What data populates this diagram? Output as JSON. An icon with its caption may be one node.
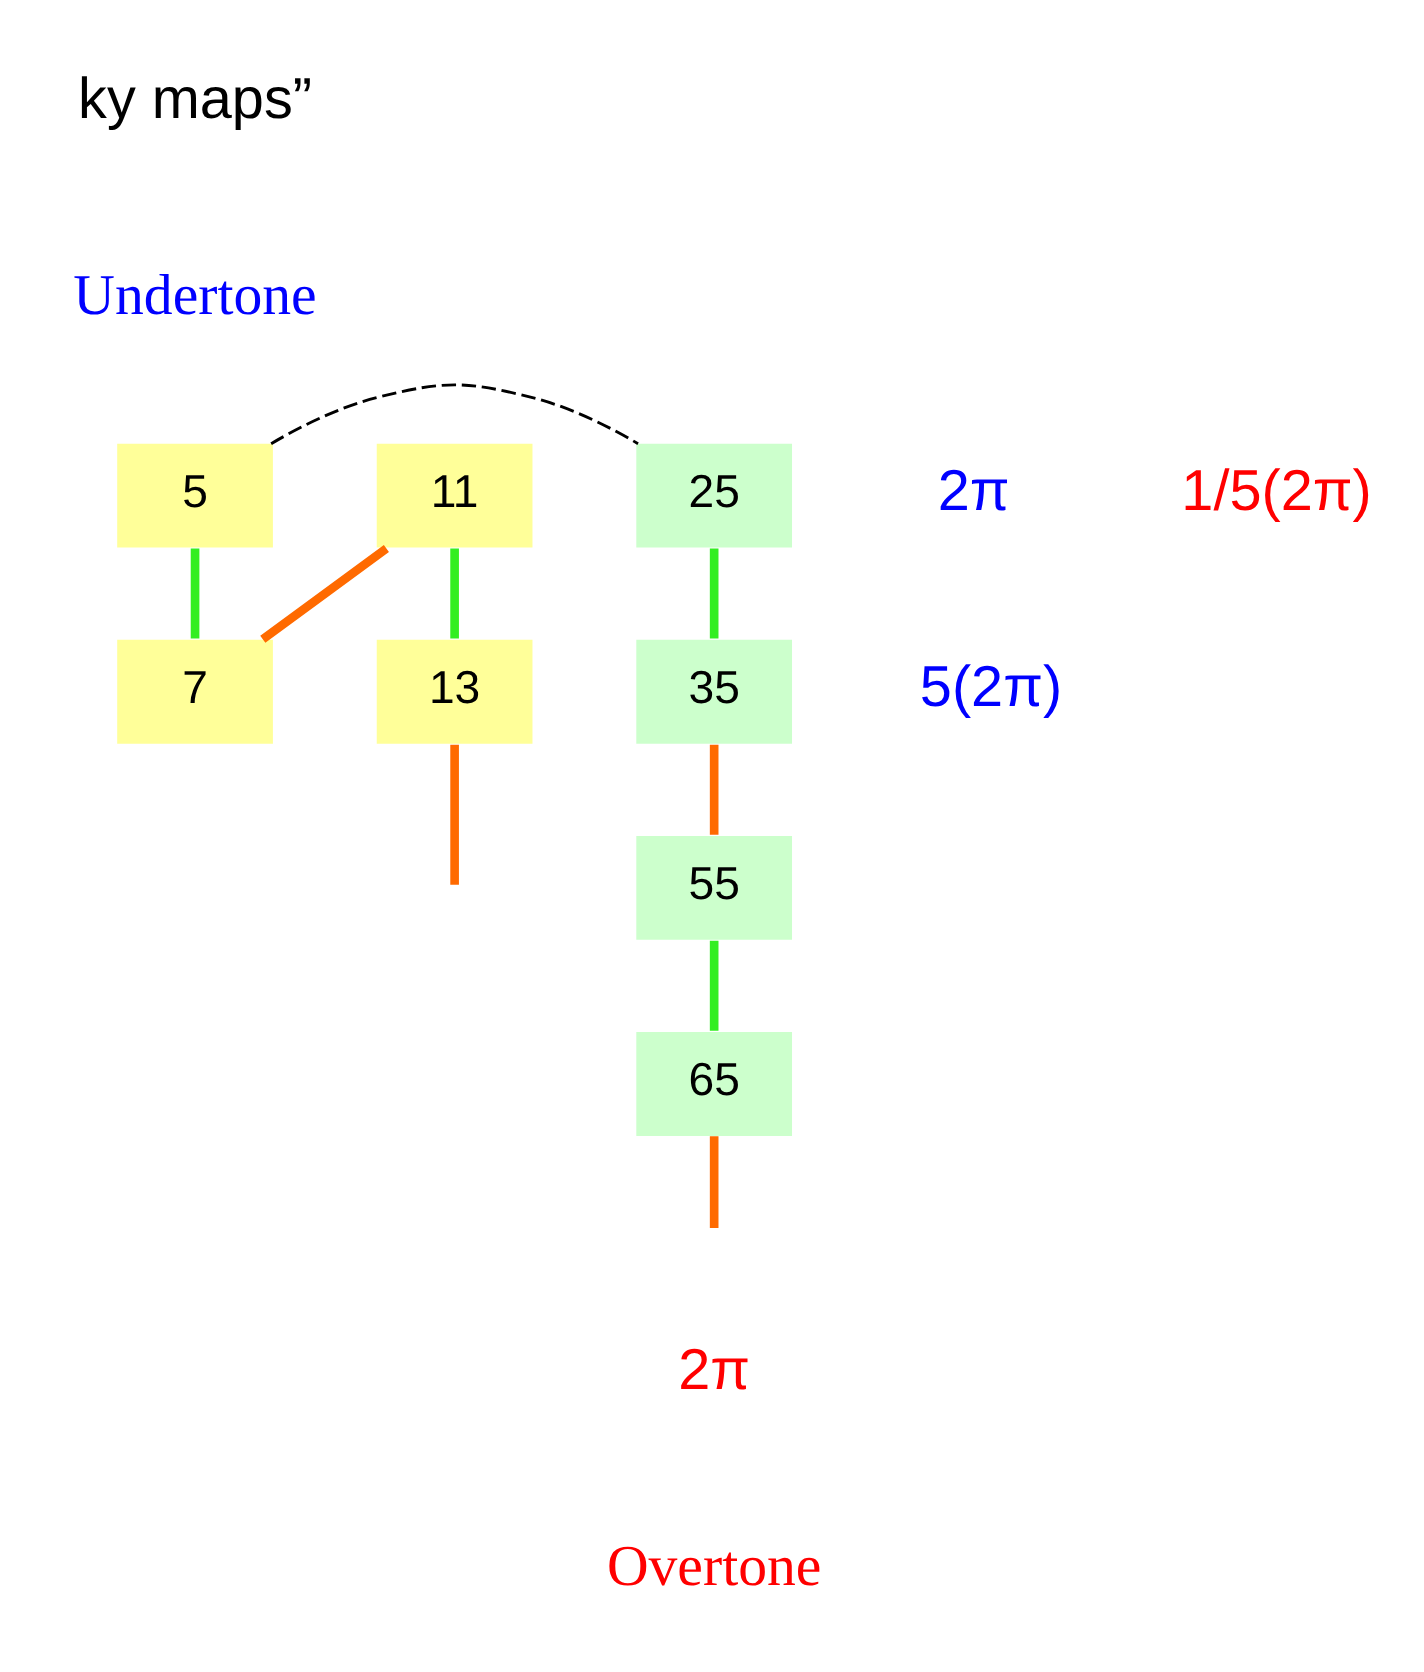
{
  "diagram": {
    "nodes": [
      {
        "text": [
          "5"
        ]
      },
      {
        "text": [
          "25"
        ]
      },
      {
        "text": [
          "7"
        ]
      },
      {
        "text": [
          "11"
        ]
      },
      {
        "text": [
          "13"
        ]
      },
      {
        "text": [
          "35"
        ]
      },
      {
        "text": [
          "55"
        ]
      },
      {
        "text": [
          "65"
        ]
      }
    ],
    "edges": [
      {
        "from": 0,
        "to": 2,
        "arrow": "none",
        "color": "#33ee22"
      },
      {
        "from": 3,
        "to": 2,
        "arrow": "none",
        "color": "#ff6a00"
      },
      {
        "from": 3,
        "to": 4,
        "arrow": "none",
        "color": "#33ee22"
      },
      {
        "from": 4,
        "to": null,
        "arrow": "none",
        "color": "#ff6a00"
      },
      {
        "from": 0,
        "to": 1,
        "arrow": "none",
        "style": "dashed",
        "color": "#000000"
      },
      {
        "from": 1,
        "to": 5,
        "arrow": "none",
        "color": "#33ee22"
      },
      {
        "from": 5,
        "to": 6,
        "arrow": "none",
        "color": "#ff6a00"
      },
      {
        "from": 6,
        "to": 7,
        "arrow": "none",
        "color": "#33ee22"
      },
      {
        "from": 7,
        "to": null,
        "arrow": "none",
        "color": "#ff6a00"
      }
    ],
    "labels": [
      "ky maps”",
      "Undertone",
      "2π",
      "1/5(2π)",
      "5(2π)",
      "2π",
      "Overtone"
    ]
  }
}
